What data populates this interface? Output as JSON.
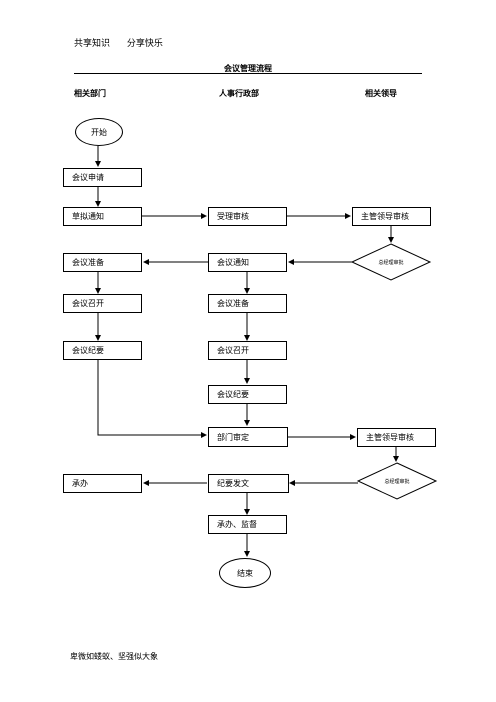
{
  "header": {
    "left": "共享知识",
    "right": "分享快乐"
  },
  "title": "会议管理流程",
  "columns": {
    "dept": "相关部门",
    "hr": "人事行政部",
    "lead": "相关领导"
  },
  "nodes": {
    "start": "开始",
    "apply": "会议申请",
    "draft_notice": "草拟通知",
    "accept_review": "受理审核",
    "supervisor_review_1": "主管领导审核",
    "gm_approval_1": "总经理审批",
    "meeting_prep_dept": "会议准备",
    "meeting_notice": "会议通知",
    "meeting_convene_dept": "会议召开",
    "meeting_prep_hr": "会议准备",
    "minutes_dept": "会议纪要",
    "meeting_convene_hr": "会议召开",
    "minutes_hr": "会议纪要",
    "dept_review": "部门审定",
    "supervisor_review_2": "主管领导审核",
    "undertake": "承办",
    "publish_minutes": "纪要发文",
    "gm_approval_2": "总经理审批",
    "undertake_supervise": "承办、监督",
    "end": "结束"
  },
  "footer": "卑微如蝼蚁、坚强似大象"
}
